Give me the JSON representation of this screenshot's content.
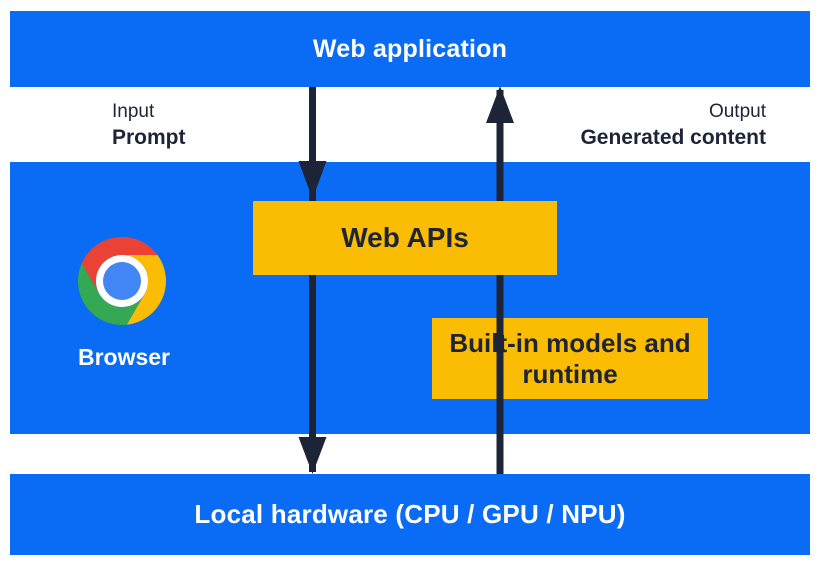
{
  "colors": {
    "background": "#ffffff",
    "band_blue": "#0a6cf5",
    "box_yellow": "#fbbc04",
    "ink_navy": "#1d2437",
    "text_white": "#ffffff",
    "chrome_red": "#ea4335",
    "chrome_yellow": "#fbbc04",
    "chrome_green": "#34a853",
    "chrome_blue": "#4285f4"
  },
  "bands": {
    "web_application": {
      "label": "Web application"
    },
    "browser": {
      "label": "Browser"
    },
    "local_hardware": {
      "label": "Local hardware (CPU / GPU / NPU)"
    }
  },
  "flows": {
    "input": {
      "label": "Input",
      "value": "Prompt",
      "direction": "down"
    },
    "output": {
      "label": "Output",
      "value": "Generated content",
      "direction": "up"
    }
  },
  "components": {
    "web_apis": {
      "label": "Web APIs"
    },
    "builtin_models": {
      "label": "Built-in models and runtime"
    }
  },
  "icons": {
    "chrome_logo": "chrome-browser-logo"
  }
}
